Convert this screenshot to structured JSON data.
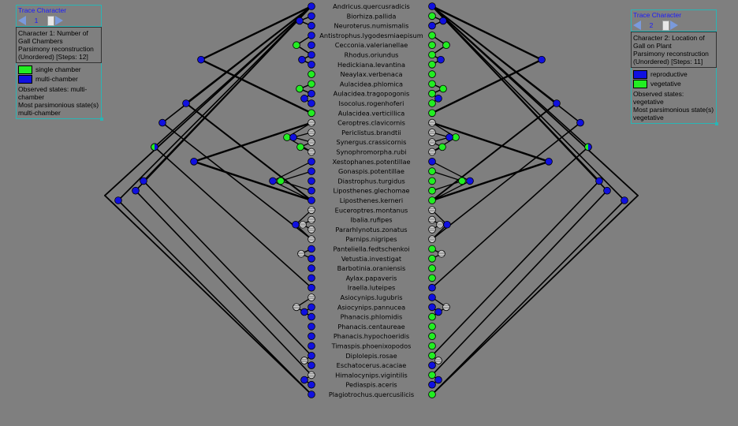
{
  "colors": {
    "background": "#7f7f7f",
    "multi_chamber": "#1010e0",
    "single_chamber": "#22ee22",
    "reproductive": "#1010e0",
    "vegetative": "#22ee22",
    "equivocal": "#d8d8d8",
    "title_text": "#1a1aff"
  },
  "taxa": [
    "Andricus.quercusradicis",
    "Biorhiza.pallida",
    "Neuroterus.numismalis",
    "Antistrophus.lygodesmiaepisum",
    "Cecconia.valerianellae",
    "Rhodus.oriundus",
    "Hedickiana.levantina",
    "Neaylax.verbenaca",
    "Aulacidea.phlomica",
    "Aulacidea.tragopogonis",
    "Isocolus.rogenhoferi",
    "Aulacidea.verticillica",
    "Ceroptres.clavicornis",
    "Periclistus.brandtii",
    "Synergus.crassicornis",
    "Synophromorpha.rubi",
    "Xestophanes.potentillae",
    "Gonaspis.potentillae",
    "Diastrophus.turgidus",
    "Liposthenes.glechomae",
    "Liposthenes.kerneri",
    "Euceroptres.montanus",
    "Ibalia.rufipes",
    "Pararhlynotus.zonatus",
    "Parnips.nigripes",
    "Panteliella.fedtschenkoi",
    "Vetustia.investigat",
    "Barbotinia.oraniensis",
    "Aylax.papaveris",
    "Iraella.luteipes",
    "Asiocynips.lugubris",
    "Asiocynips.pannucea",
    "Phanacis.phlomidis",
    "Phanacis.centaureae",
    "Phanacis.hypochoeridis",
    "Timaspis.phoenixopodos",
    "Diplolepis.rosae",
    "Eschatocerus.acaciae",
    "Himalocynips.vigintilis",
    "Pediaspis.aceris",
    "Plagiotrochus.quercusilicis"
  ],
  "left_tip_states": [
    "M",
    "M",
    "M",
    "M",
    "M",
    "M",
    "M",
    "S",
    "S",
    "M",
    "M",
    "S",
    "E",
    "E",
    "E",
    "E",
    "M",
    "M",
    "M",
    "M",
    "M",
    "E",
    "E",
    "E",
    "E",
    "M",
    "M",
    "M",
    "M",
    "M",
    "E",
    "M",
    "M",
    "M",
    "M",
    "M",
    "M",
    "M",
    "E",
    "M",
    "M"
  ],
  "right_tip_states": [
    "R",
    "V",
    "R",
    "V",
    "V",
    "V",
    "V",
    "V",
    "V",
    "V",
    "V",
    "V",
    "E",
    "E",
    "E",
    "E",
    "R",
    "V",
    "V",
    "V",
    "V",
    "E",
    "E",
    "E",
    "E",
    "V",
    "V",
    "V",
    "V",
    "R",
    "R",
    "R",
    "V",
    "V",
    "V",
    "V",
    "V",
    "R",
    "V",
    "R",
    "V"
  ],
  "left_panel": {
    "title": "Trace Character",
    "number": "1",
    "char_line1": "Character 1: Number of",
    "char_line2": "Gall Chambers",
    "char_line3": "Parsimony reconstruction",
    "char_line4": "(Unordered) [Steps: 12]",
    "legend1": "single chamber",
    "legend2": "multi-chamber",
    "obs_line1": "Observed states: multi-",
    "obs_line2": "chamber",
    "mp_line1": "Most parsimonious state(s)",
    "mp_line2": "multi-chamber"
  },
  "right_panel": {
    "title": "Trace Character",
    "number": "2",
    "char_line1": "Character 2: Location of",
    "char_line2": "Gall on Plant",
    "char_line3": "Parsimony reconstruction",
    "char_line4": "(Unordered) [Steps: 11]",
    "legend1": "reproductive",
    "legend2": "vegetative",
    "obs_line1": "Observed states:",
    "obs_line2": "vegetative",
    "mp_line1": "Most parsimonious state(s)",
    "mp_line2": "vegetative"
  }
}
